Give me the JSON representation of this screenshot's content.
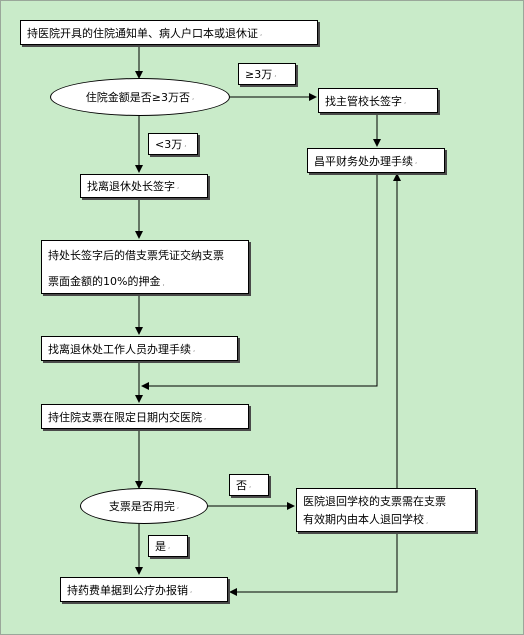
{
  "nodes": {
    "start": "持医院开具的住院通知单、病人户口本或退休证",
    "amount_check": "住院金额是否≥3万否",
    "ge3_label": "≥3万",
    "president_sign": "找主管校长签字",
    "lt3_label": "<3万",
    "changping_finance": "昌平财务处办理手续",
    "retire_office_sign": "找离退休处长签字",
    "deposit_line1": "持处长签字后的借支票凭证交纳支票",
    "deposit_line2": "票面金额的10%的押金",
    "retire_staff": "找离退休处工作人员办理手续",
    "deliver_hospital": "持住院支票在限定日期内交医院",
    "check_used": "支票是否用完",
    "no_label": "否",
    "return_line1": "医院退回学校的支票需在支票",
    "return_line2": "有效期内由本人退回学校",
    "yes_label": "是",
    "reimburse": "持药费单据到公疗办报销"
  }
}
